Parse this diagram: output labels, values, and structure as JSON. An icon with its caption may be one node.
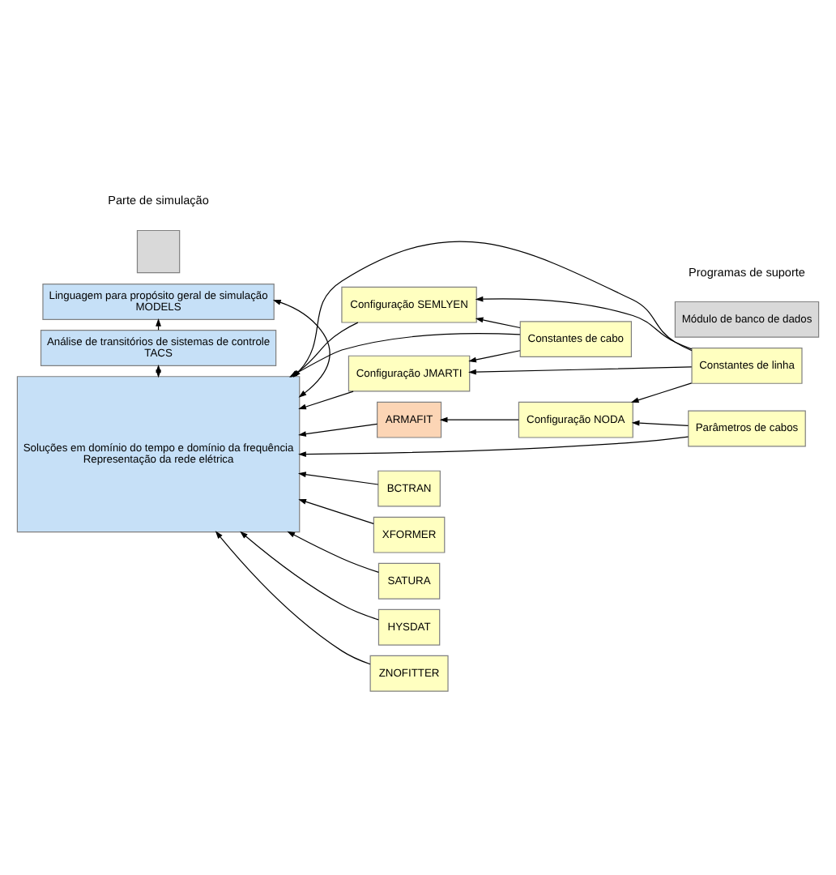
{
  "diagram": {
    "nodes": [
      {
        "text": [
          "Soluções em domínio do tempo e domínio da frequência",
          "Representação da rede elétrica"
        ]
      },
      {
        "text": [],
        "shape": "box"
      },
      {
        "text": [
          "Constantes de linha"
        ]
      },
      {
        "text": [
          "Constantes de cabo"
        ]
      },
      {
        "text": [
          "Configuração SEMLYEN"
        ]
      },
      {
        "text": [
          "Configuração JMARTI"
        ]
      },
      {
        "text": [
          "Parâmetros de cabos"
        ]
      },
      {
        "text": [
          "Configuração NODA"
        ]
      },
      {
        "text": [
          "ARMAFIT"
        ]
      },
      {
        "text": [
          "BCTRAN"
        ]
      },
      {
        "text": [
          "XFORMER"
        ]
      },
      {
        "text": [
          "SATURA"
        ]
      },
      {
        "text": [
          "HYSDAT"
        ]
      },
      {
        "text": [
          "ZNOFITTER"
        ]
      },
      {
        "text": [
          "Módulo de banco de dados"
        ]
      },
      {
        "text": [
          "Análise de transitórios de sistemas de controle",
          "TACS"
        ]
      },
      {
        "text": [
          "Linguagem para propósito geral de simulação",
          "MODELS"
        ]
      }
    ],
    "edges": [
      {
        "from": 2,
        "to": 0,
        "arrow": "to"
      },
      {
        "from": 3,
        "to": 0,
        "arrow": "to"
      },
      {
        "from": 4,
        "to": 0,
        "arrow": "to"
      },
      {
        "from": 5,
        "to": 0,
        "arrow": "to"
      },
      {
        "from": 6,
        "to": 0,
        "arrow": "to"
      },
      {
        "from": 2,
        "to": 4,
        "arrow": "to"
      },
      {
        "from": 2,
        "to": 5,
        "arrow": "to"
      },
      {
        "from": 2,
        "to": 7,
        "arrow": "to"
      },
      {
        "from": 3,
        "to": 4,
        "arrow": "to"
      },
      {
        "from": 3,
        "to": 5,
        "arrow": "to"
      },
      {
        "from": 6,
        "to": 7,
        "arrow": "to"
      },
      {
        "from": 7,
        "to": 8,
        "arrow": "to"
      },
      {
        "from": 8,
        "to": 0,
        "arrow": "to"
      },
      {
        "from": 9,
        "to": 0,
        "arrow": "to"
      },
      {
        "from": 10,
        "to": 0,
        "arrow": "to"
      },
      {
        "from": 11,
        "to": 0,
        "arrow": "to"
      },
      {
        "from": 12,
        "to": 0,
        "arrow": "to"
      },
      {
        "from": 13,
        "to": 0,
        "arrow": "to"
      },
      {
        "from": 0,
        "to": 15,
        "arrow": "both"
      },
      {
        "from": 0,
        "to": 16,
        "arrow": "both"
      },
      {
        "from": 15,
        "to": 16,
        "arrow": "to"
      }
    ],
    "labels": [
      "Parte de simulação",
      "Programas de suporte"
    ]
  }
}
